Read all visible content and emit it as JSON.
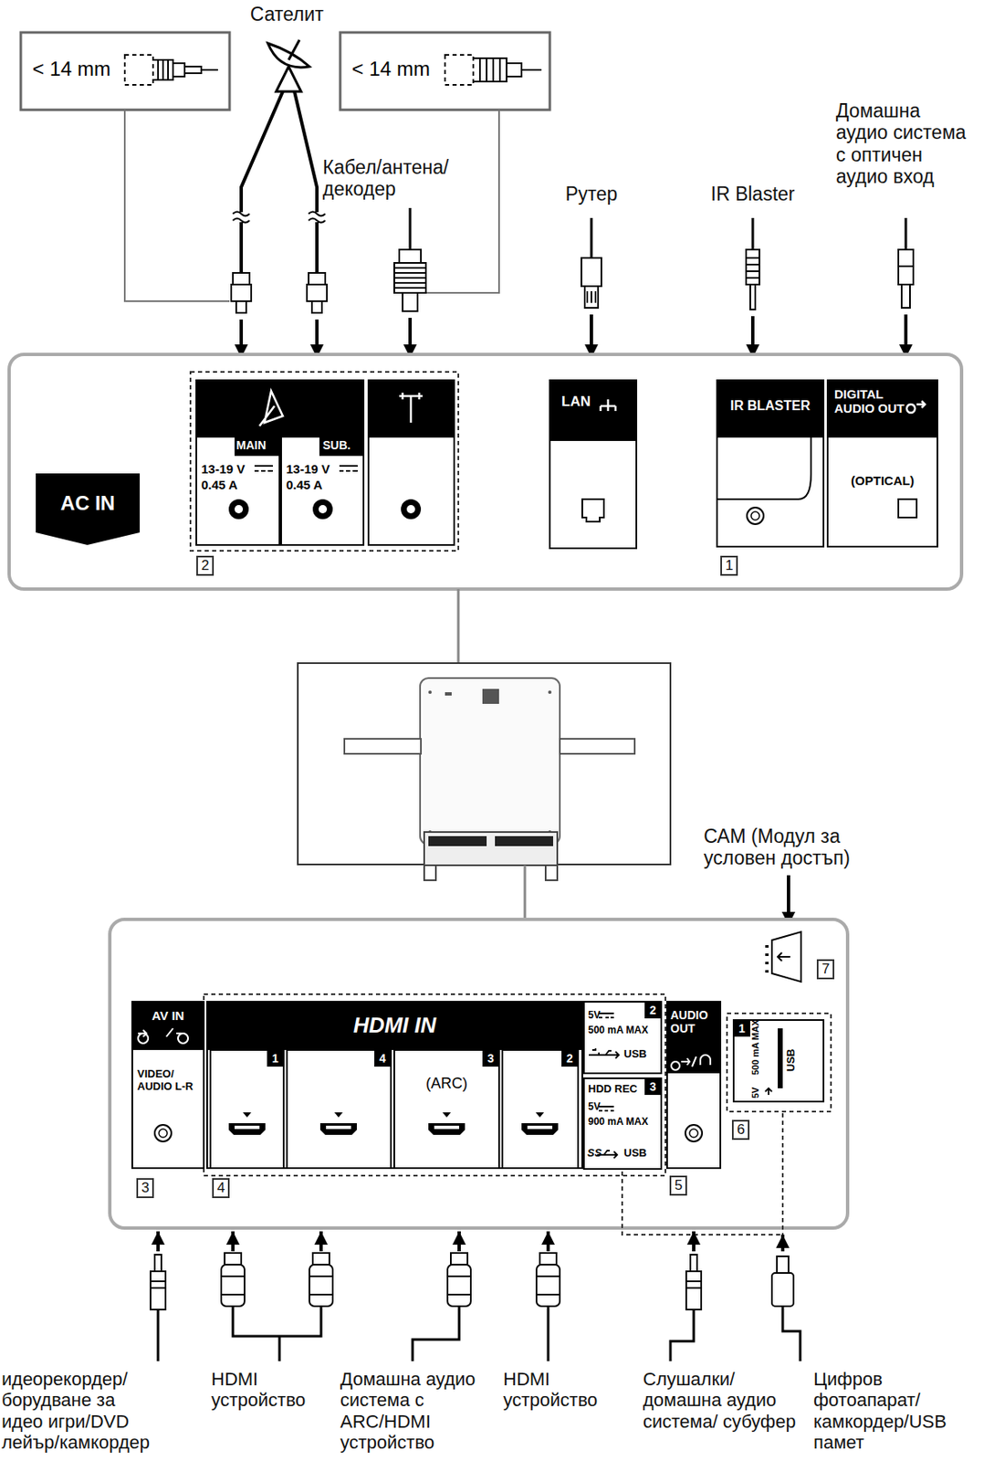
{
  "diagram": {
    "nodes": [
      {
        "text": [
          "< 14 mm"
        ]
      },
      {
        "text": [
          "< 14 mm"
        ]
      },
      {
        "text": [
          "AC IN"
        ]
      },
      {
        "text": [
          "MAIN",
          "13-19 V",
          "0.45 A"
        ]
      },
      {
        "text": [
          "SUB.",
          "13-19 V",
          "0.45 A"
        ]
      },
      {
        "text": [
          "LAN"
        ]
      },
      {
        "text": [
          "IR BLASTER"
        ]
      },
      {
        "text": [
          "DIGITAL AUDIO OUT",
          "(OPTICAL)"
        ]
      },
      {
        "text": [
          "AV IN",
          "VIDEO/ AUDIO L-R"
        ]
      },
      {
        "text": [
          "HDMI IN"
        ]
      },
      {
        "text": [
          "1"
        ],
        "in": 9
      },
      {
        "text": [
          "4"
        ],
        "in": 9
      },
      {
        "text": [
          "3",
          "(ARC)"
        ],
        "in": 9
      },
      {
        "text": [
          "2"
        ],
        "in": 9
      },
      {
        "text": [
          "2",
          "5V",
          "500 mA MAX",
          "USB"
        ]
      },
      {
        "text": [
          "3",
          "HDD REC",
          "5V",
          "900 mA MAX",
          "SS",
          "USB"
        ]
      },
      {
        "text": [
          "AUDIO OUT"
        ]
      },
      {
        "text": [
          "1",
          "5V",
          "500 mA MAX",
          "USB"
        ]
      }
    ],
    "labels": [
      "Сателит",
      "Кабел/антена/ декодер",
      "Рутер",
      "IR Blaster",
      "Домашна аудио система с оптичен аудио вход",
      "2",
      "1",
      "САМ (Модул за условен достъп)",
      "7",
      "3",
      "4",
      "5",
      "6",
      "идеорекордер/ борудване за идео игри/DVD лейър/камкордер",
      "HDMI устройство",
      "Домашна аудио система с ARC/HDMI устройство",
      "HDMI устройство",
      "Слушалки/ домашна аудио система/ субуфер",
      "Цифров фотоапарат/ камкордер/USB памет"
    ]
  }
}
